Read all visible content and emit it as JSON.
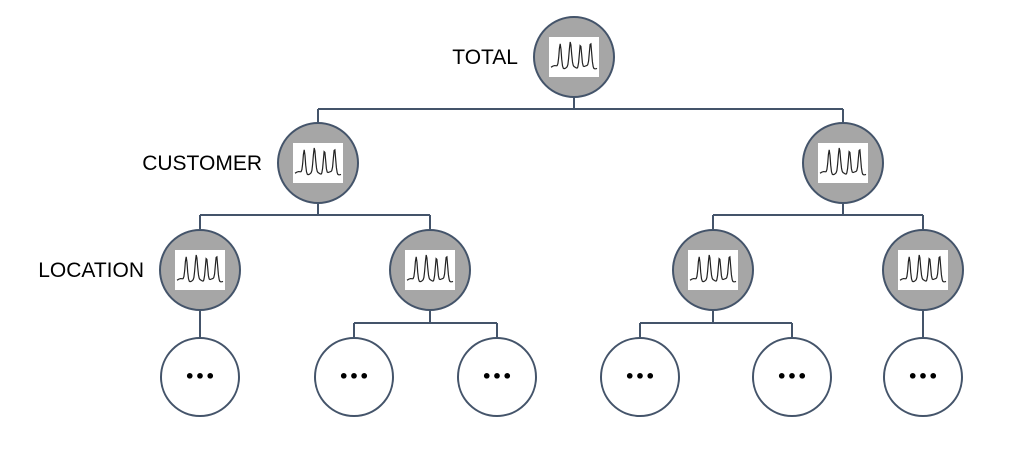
{
  "level_labels": {
    "total": "TOTAL",
    "customer": "CUSTOMER",
    "location": "LOCATION"
  },
  "leaf_node_text": "•••",
  "colors": {
    "line": "#44546A",
    "node_fill": "#A6A6A6",
    "node_stroke": "#44546A",
    "leaf_fill": "#FFFFFF",
    "chart_bg": "#FFFFFF",
    "sparkline": "#222222"
  },
  "icons": {
    "series_chart": "time-series-sparkline-icon"
  }
}
